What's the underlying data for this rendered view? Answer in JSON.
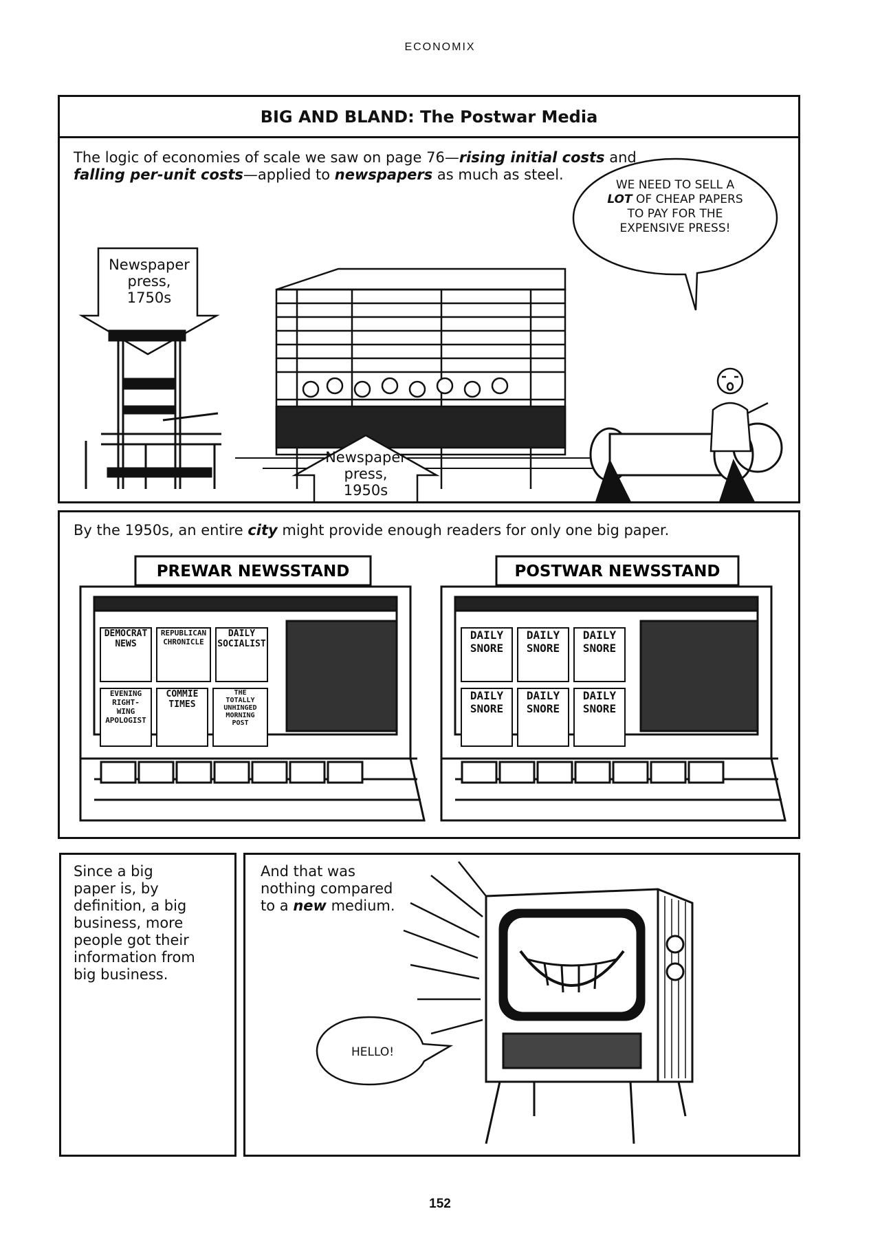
{
  "header": {
    "running_title": "ECONOMIX"
  },
  "page_number": "152",
  "panel1": {
    "title": "BIG AND BLAND: The Postwar Media",
    "caption": {
      "part1": "The logic of economies of scale we saw on page 76—",
      "em1": "rising initial costs",
      "part2": " and ",
      "em2": "falling per-unit costs",
      "part3": "—applied to ",
      "em3": "newspapers",
      "part4": " as much as steel."
    },
    "label_1750": {
      "line1": "Newspaper",
      "line2": "press,",
      "line3": "1750s"
    },
    "label_1950": {
      "line1": "Newspaper",
      "line2": "press,",
      "line3": "1950s"
    },
    "speech": {
      "line1": "WE NEED TO SELL A",
      "em": "LOT",
      "line2_rest": " OF CHEAP PAPERS",
      "line3": "TO PAY FOR THE",
      "line4": "EXPENSIVE PRESS!"
    }
  },
  "panel2": {
    "caption": {
      "part1": "By the 1950s, an entire ",
      "em": "city",
      "part2": " might provide enough readers for only one big paper."
    },
    "prewar_sign": "PREWAR NEWSSTAND",
    "postwar_sign": "POSTWAR NEWSSTAND",
    "prewar_papers_row1": [
      {
        "l1": "DEMOCRAT",
        "l2": "NEWS"
      },
      {
        "l1": "REPUBLICAN",
        "l2": "CHRONICLE"
      },
      {
        "l1": "DAILY",
        "l2": "SOCIALIST"
      }
    ],
    "prewar_papers_row2": [
      {
        "l1": "EVENING",
        "l2": "RIGHT-",
        "l3": "WING",
        "l4": "APOLOGIST"
      },
      {
        "l1": "COMMIE",
        "l2": "TIMES"
      },
      {
        "l1": "THE",
        "l2": "TOTALLY",
        "l3": "UNHINGED",
        "l4": "MORNING",
        "l5": "POST"
      }
    ],
    "postwar_paper": {
      "l1": "DAILY",
      "l2": "SNORE"
    }
  },
  "panel3": {
    "line1": "Since a big",
    "line2": "paper is, by",
    "line3": "definition, a big",
    "line4": "business, more",
    "line5": "people got their",
    "line6": "information from",
    "line7": "big business."
  },
  "panel4": {
    "line1": "And that was",
    "line2": "nothing compared",
    "line3_pre": "to a ",
    "line3_em": "new",
    "line3_post": " medium.",
    "speech": "HELLO!"
  }
}
